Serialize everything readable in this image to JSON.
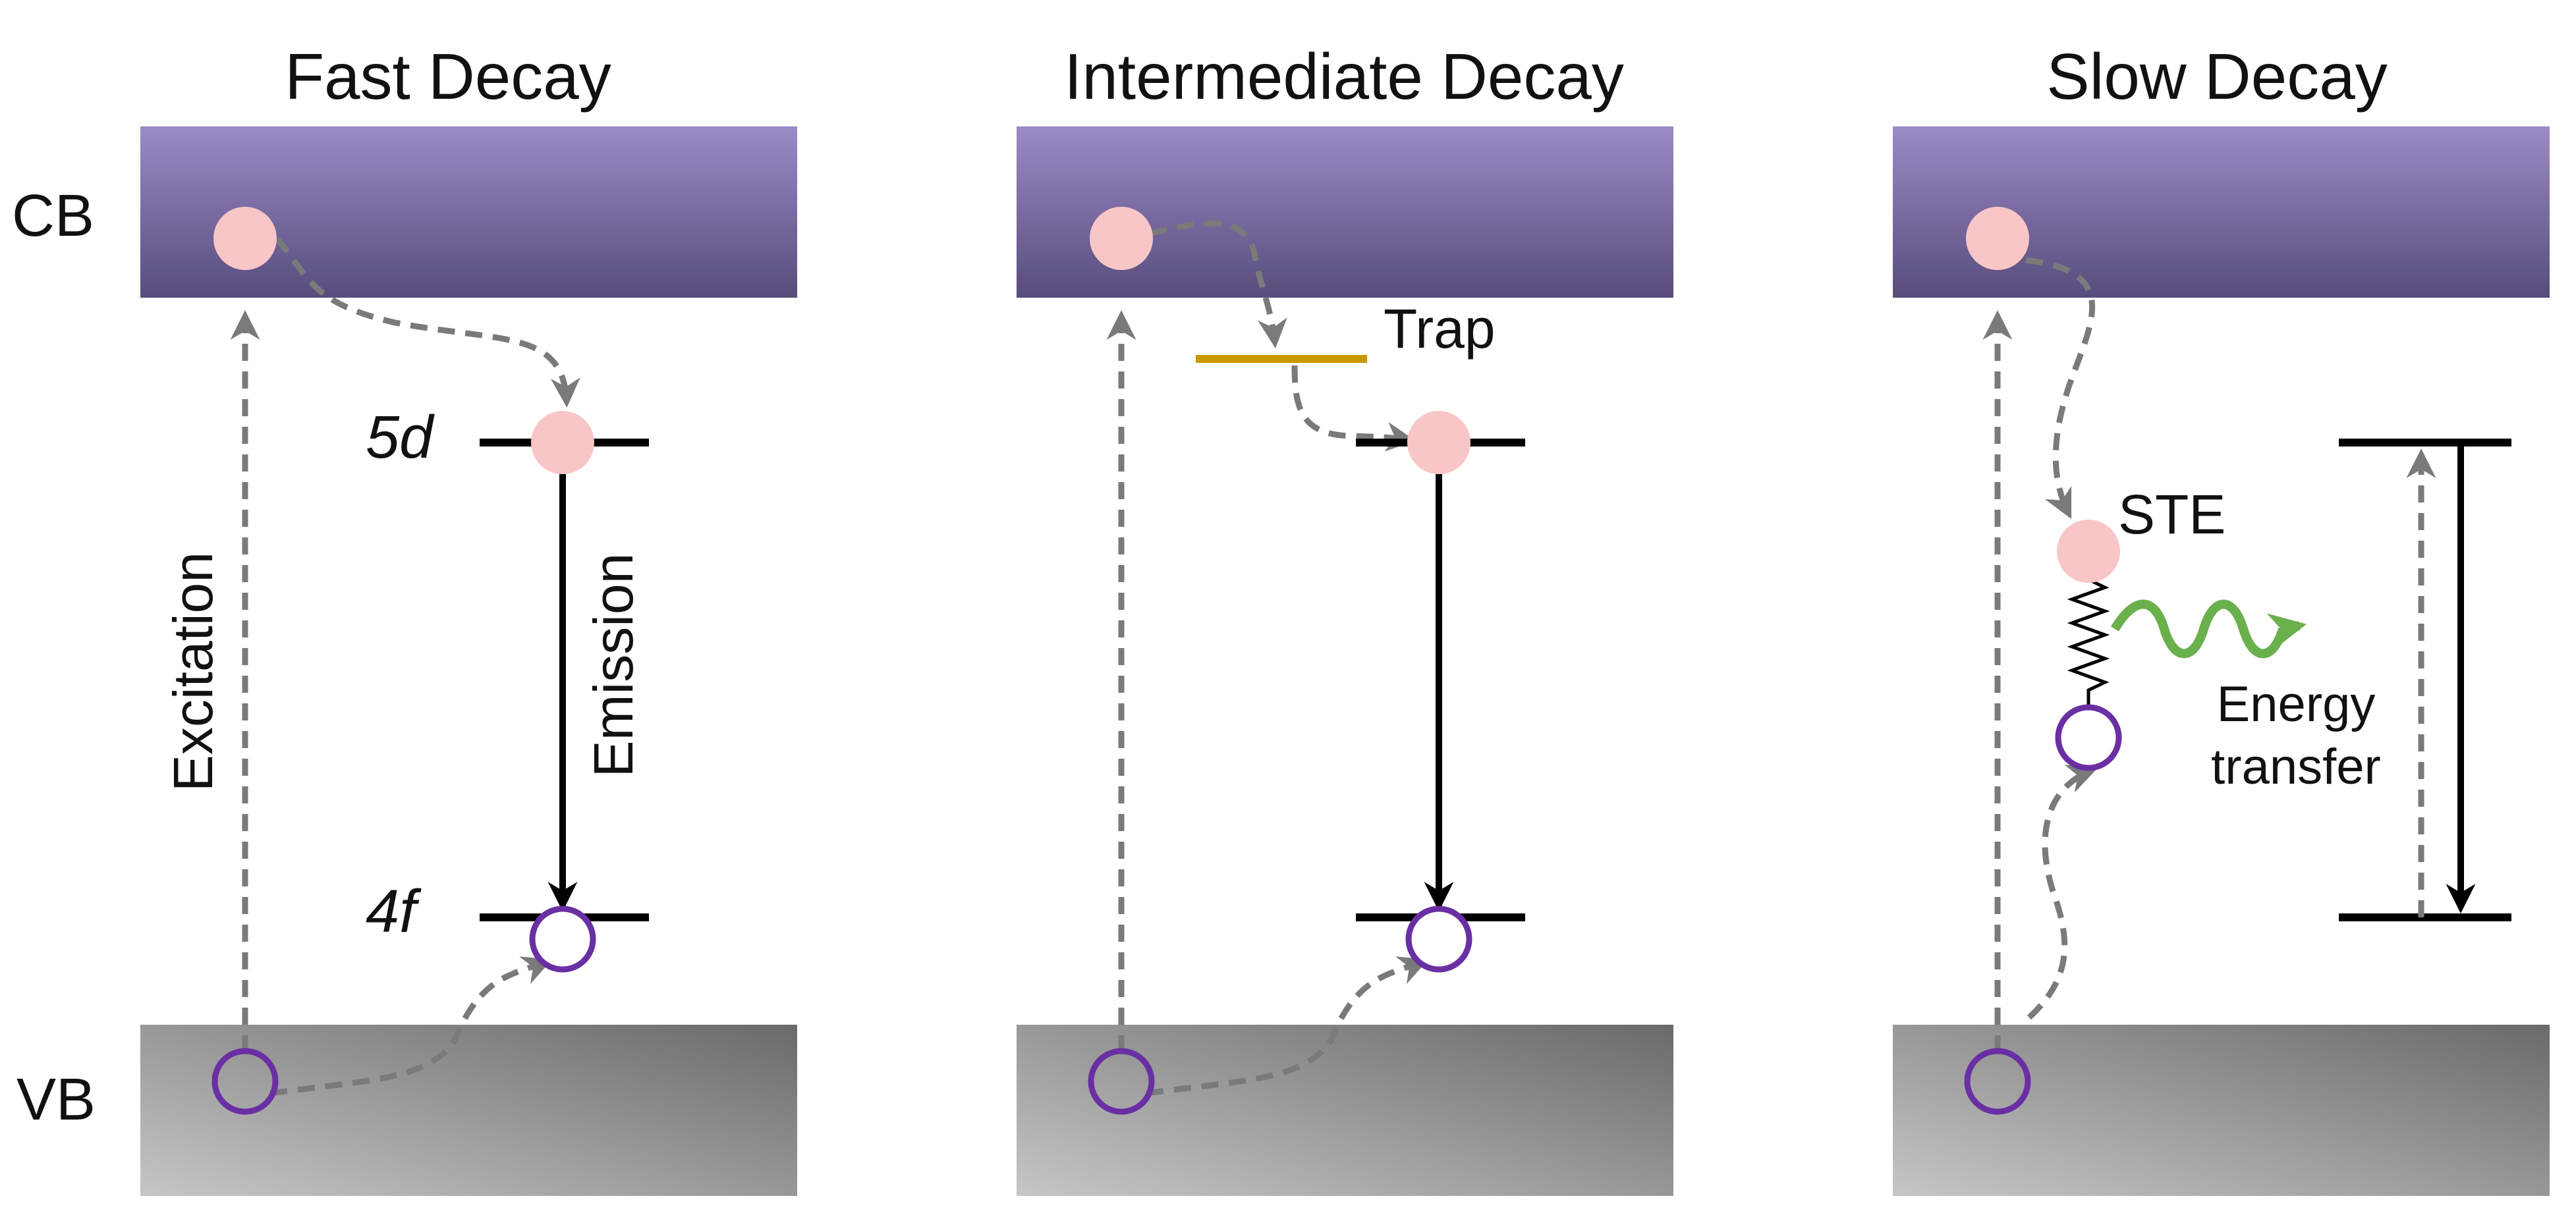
{
  "panels": [
    {
      "title": "Fast Decay"
    },
    {
      "title": "Intermediate Decay"
    },
    {
      "title": "Slow Decay"
    }
  ],
  "bands": {
    "cb": "CB",
    "vb": "VB"
  },
  "levels": {
    "upper": "5d",
    "lower": "4f"
  },
  "labels": {
    "excitation": "Excitation",
    "emission": "Emission",
    "trap": "Trap",
    "ste": "STE",
    "energy_transfer_line1": "Energy",
    "energy_transfer_line2": "transfer"
  },
  "colors": {
    "cb_top": "#9b8bc6",
    "cb_bottom": "#5a4d7e",
    "vb_light": "#c2c2c2",
    "vb_dark": "#6e6e6e",
    "electron": "#f8c6c6",
    "hole_stroke": "#6a2fa3",
    "trap": "#c99700",
    "dashed_arrow": "#808080",
    "energy_transfer": "#6ab04c"
  }
}
